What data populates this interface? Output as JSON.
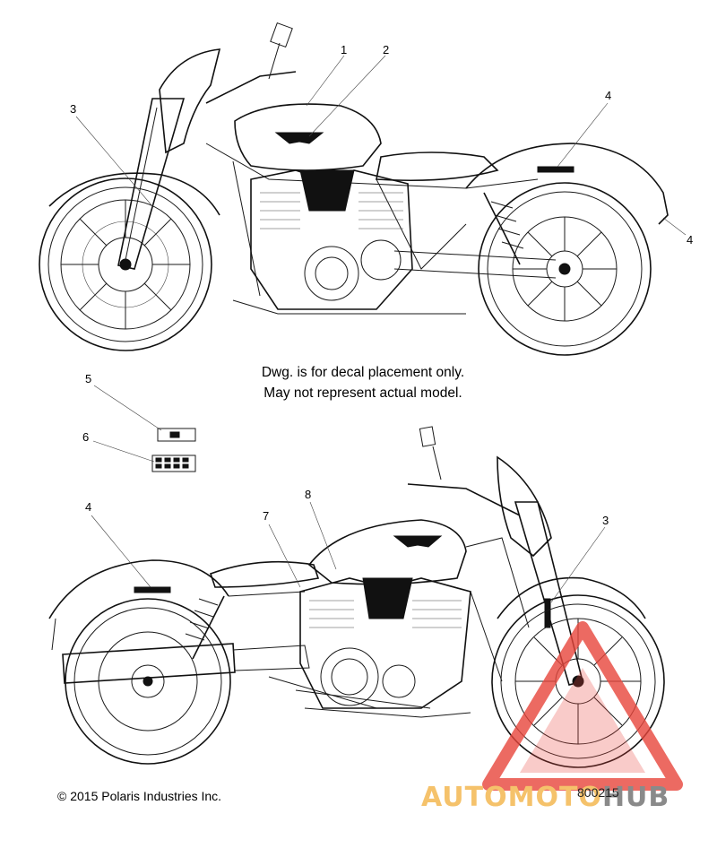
{
  "note": {
    "line1": "Dwg. is for decal placement only.",
    "line2": "May not represent actual model."
  },
  "copyright": "© 2015 Polaris Industries Inc.",
  "drawing_number": "800215",
  "watermark": {
    "part1": "AUTOMOTO",
    "part2": "HUB",
    "color_primary": "#f5c26b",
    "color_secondary": "#8a8a8a",
    "triangle_color": "#e8463c"
  },
  "callouts": {
    "top": [
      "1",
      "2",
      "3",
      "4",
      "4"
    ],
    "middle": [
      "5",
      "6"
    ],
    "bottom": [
      "4",
      "7",
      "8",
      "3"
    ]
  }
}
